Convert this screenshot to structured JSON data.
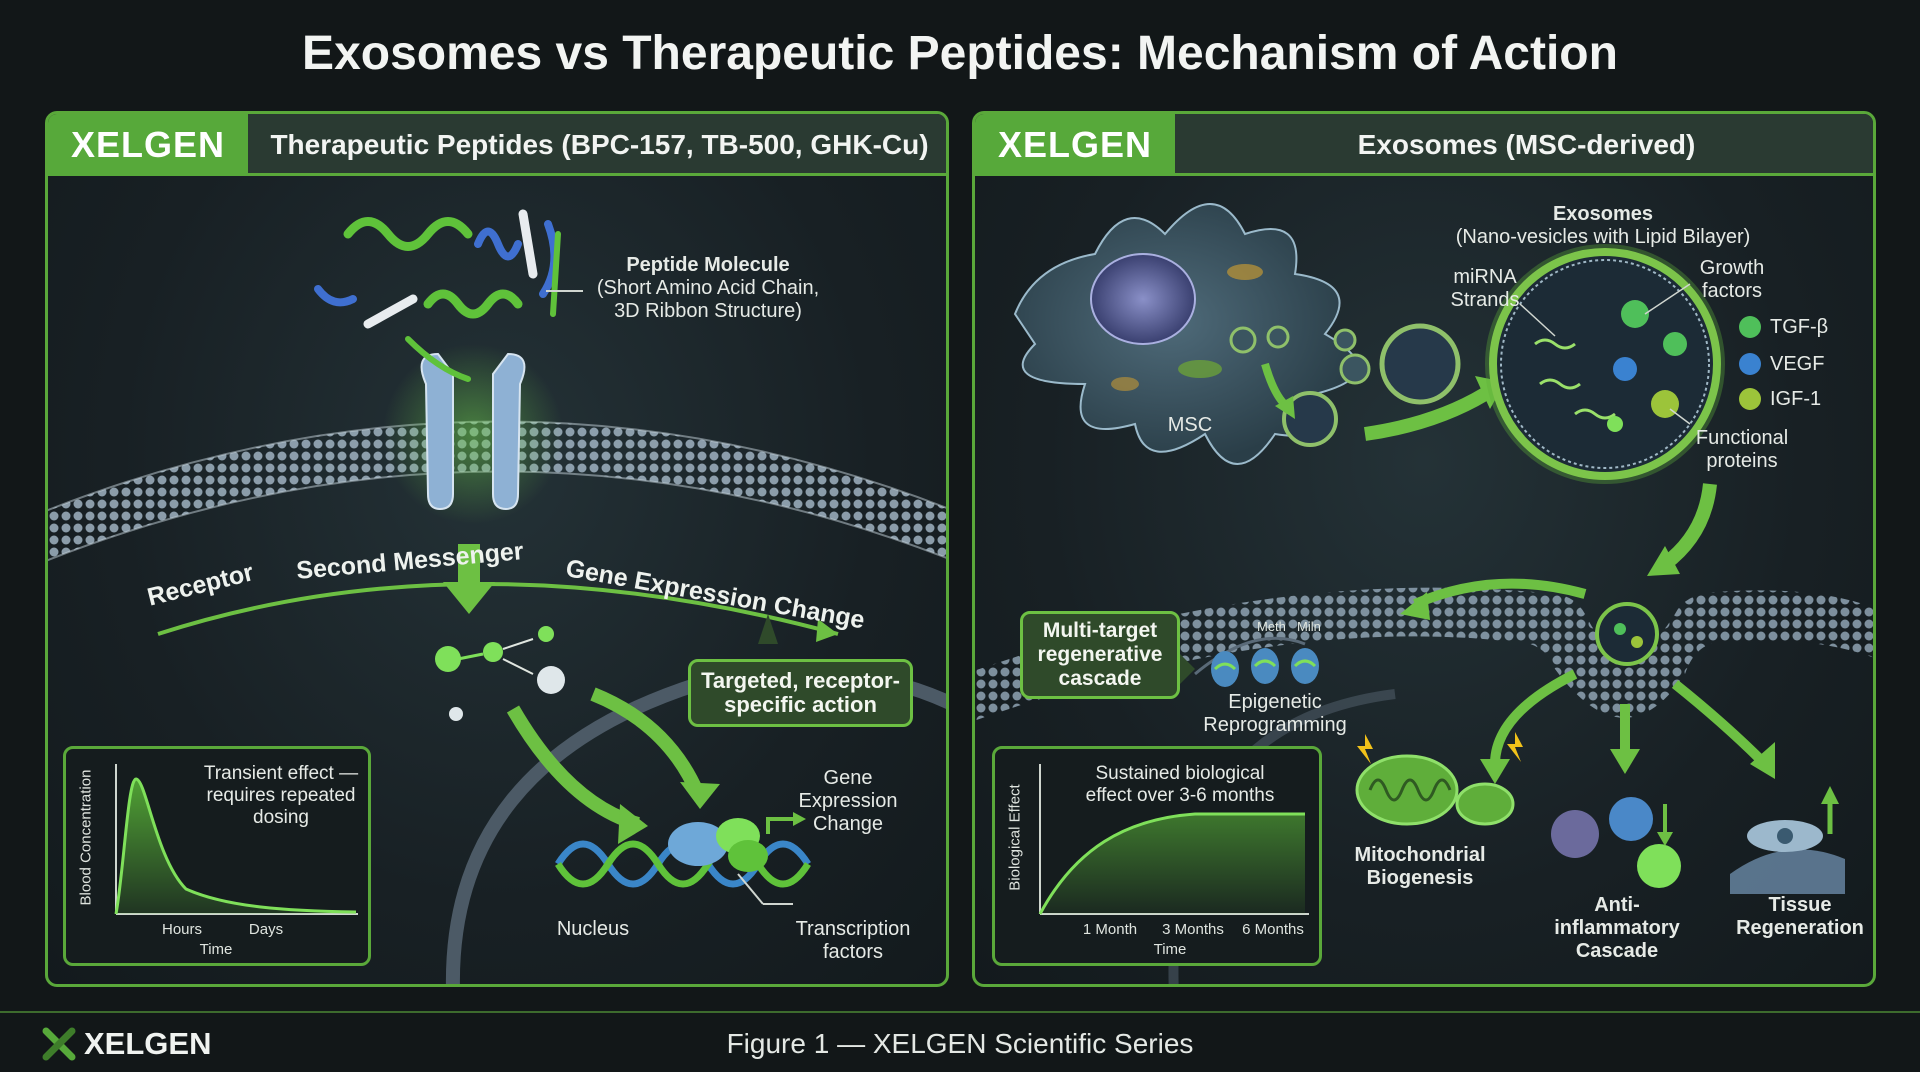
{
  "title": "Exosomes vs Therapeutic Peptides: Mechanism of Action",
  "left_panel": {
    "brand": "XELGEN",
    "header": "Therapeutic Peptides (BPC-157, TB-500, GHK-Cu)",
    "peptide_label_title": "Peptide Molecule",
    "peptide_label_line1": "(Short Amino Acid Chain,",
    "peptide_label_line2": "3D Ribbon Structure)",
    "pathway_receptor": "Receptor",
    "pathway_second": "Second Messenger",
    "pathway_gene": "Gene Expression Change",
    "targeted_line1": "Targeted, receptor-",
    "targeted_line2": "specific action",
    "gene_change_line1": "Gene",
    "gene_change_line2": "Expression",
    "gene_change_line3": "Change",
    "nucleus": "Nucleus",
    "tf_line1": "Transcription",
    "tf_line2": "factors",
    "graph": {
      "note_line1": "Transient effect —",
      "note_line2": "requires repeated",
      "note_line3": "dosing",
      "ylabel": "Blood Concentration",
      "xlabel": "Time",
      "tick1": "Hours",
      "tick2": "Days"
    }
  },
  "right_panel": {
    "brand": "XELGEN",
    "header": "Exosomes (MSC-derived)",
    "msc": "MSC",
    "exo_title": "Exosomes",
    "exo_sub": "(Nano-vesicles with Lipid Bilayer)",
    "mirna_line1": "miRNA",
    "mirna_line2": "Strands",
    "growth_line1": "Growth",
    "growth_line2": "factors",
    "tgf": "TGF-β",
    "vegf": "VEGF",
    "igf": "IGF-1",
    "func_line1": "Functional",
    "func_line2": "proteins",
    "multi_line1": "Multi-target",
    "multi_line2": "regenerative",
    "multi_line3": "cascade",
    "meth": "Meth",
    "miln": "Miln",
    "epi_line1": "Epigenetic",
    "epi_line2": "Reprogramming",
    "mito_line1": "Mitochondrial",
    "mito_line2": "Biogenesis",
    "anti_line1": "Anti-",
    "anti_line2": "inflammatory",
    "anti_line3": "Cascade",
    "tissue_line1": "Tissue",
    "tissue_line2": "Regeneration",
    "graph": {
      "note_line1": "Sustained biological",
      "note_line2": "effect over 3-6 months",
      "ylabel": "Biological Effect",
      "xlabel": "Time",
      "tick1": "1 Month",
      "tick2": "3 Months",
      "tick3": "6 Months"
    }
  },
  "footer": {
    "brand": "XELGEN",
    "caption": "Figure 1 — XELGEN Scientific Series"
  },
  "colors": {
    "accent": "#57a93a",
    "background": "#121718",
    "membrane": "#8fa3b3"
  }
}
